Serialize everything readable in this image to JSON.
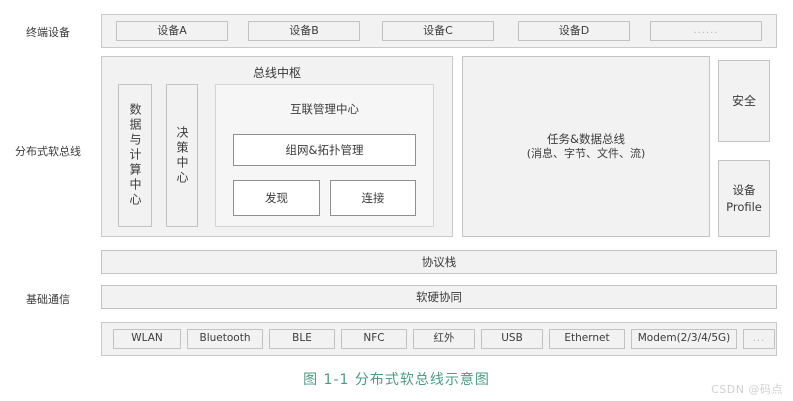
{
  "figure": {
    "caption": "图 1-1 分布式软总线示意图",
    "watermark": "CSDN @码点",
    "accent_color": "#4f9a84",
    "band_bg": "#f2f2f2",
    "band_border": "#c9c9c9"
  },
  "rows": {
    "terminal_label": "终端设备",
    "softbus_label": "分布式软总线",
    "basic_comm_label": "基础通信"
  },
  "terminal_devices": [
    {
      "label": "设备A",
      "placeholder": false
    },
    {
      "label": "设备B",
      "placeholder": false
    },
    {
      "label": "设备C",
      "placeholder": false
    },
    {
      "label": "设备D",
      "placeholder": false
    },
    {
      "label": "......",
      "placeholder": true
    }
  ],
  "softbus": {
    "hub_title": "总线中枢",
    "data_compute_center": "数据与计算中心",
    "decision_center": "决策中心",
    "interconnect": {
      "title": "互联管理中心",
      "topology_management": "组网&拓扑管理",
      "discovery": "发现",
      "connection": "连接"
    },
    "task_data_bus": {
      "title": "任务&数据总线",
      "subtitle": "(消息、字节、文件、流)"
    },
    "security": "安全",
    "device_profile_line1": "设备",
    "device_profile_line2": "Profile"
  },
  "layers": {
    "protocol_stack": "协议栈",
    "hw_sw_coordination": "软硬协同"
  },
  "bearers": [
    {
      "label": "WLAN",
      "placeholder": false
    },
    {
      "label": "Bluetooth",
      "placeholder": false
    },
    {
      "label": "BLE",
      "placeholder": false
    },
    {
      "label": "NFC",
      "placeholder": false
    },
    {
      "label": "红外",
      "placeholder": false
    },
    {
      "label": "USB",
      "placeholder": false
    },
    {
      "label": "Ethernet",
      "placeholder": false
    },
    {
      "label": "Modem(2/3/4/5G)",
      "placeholder": false
    },
    {
      "label": "...",
      "placeholder": true
    }
  ]
}
